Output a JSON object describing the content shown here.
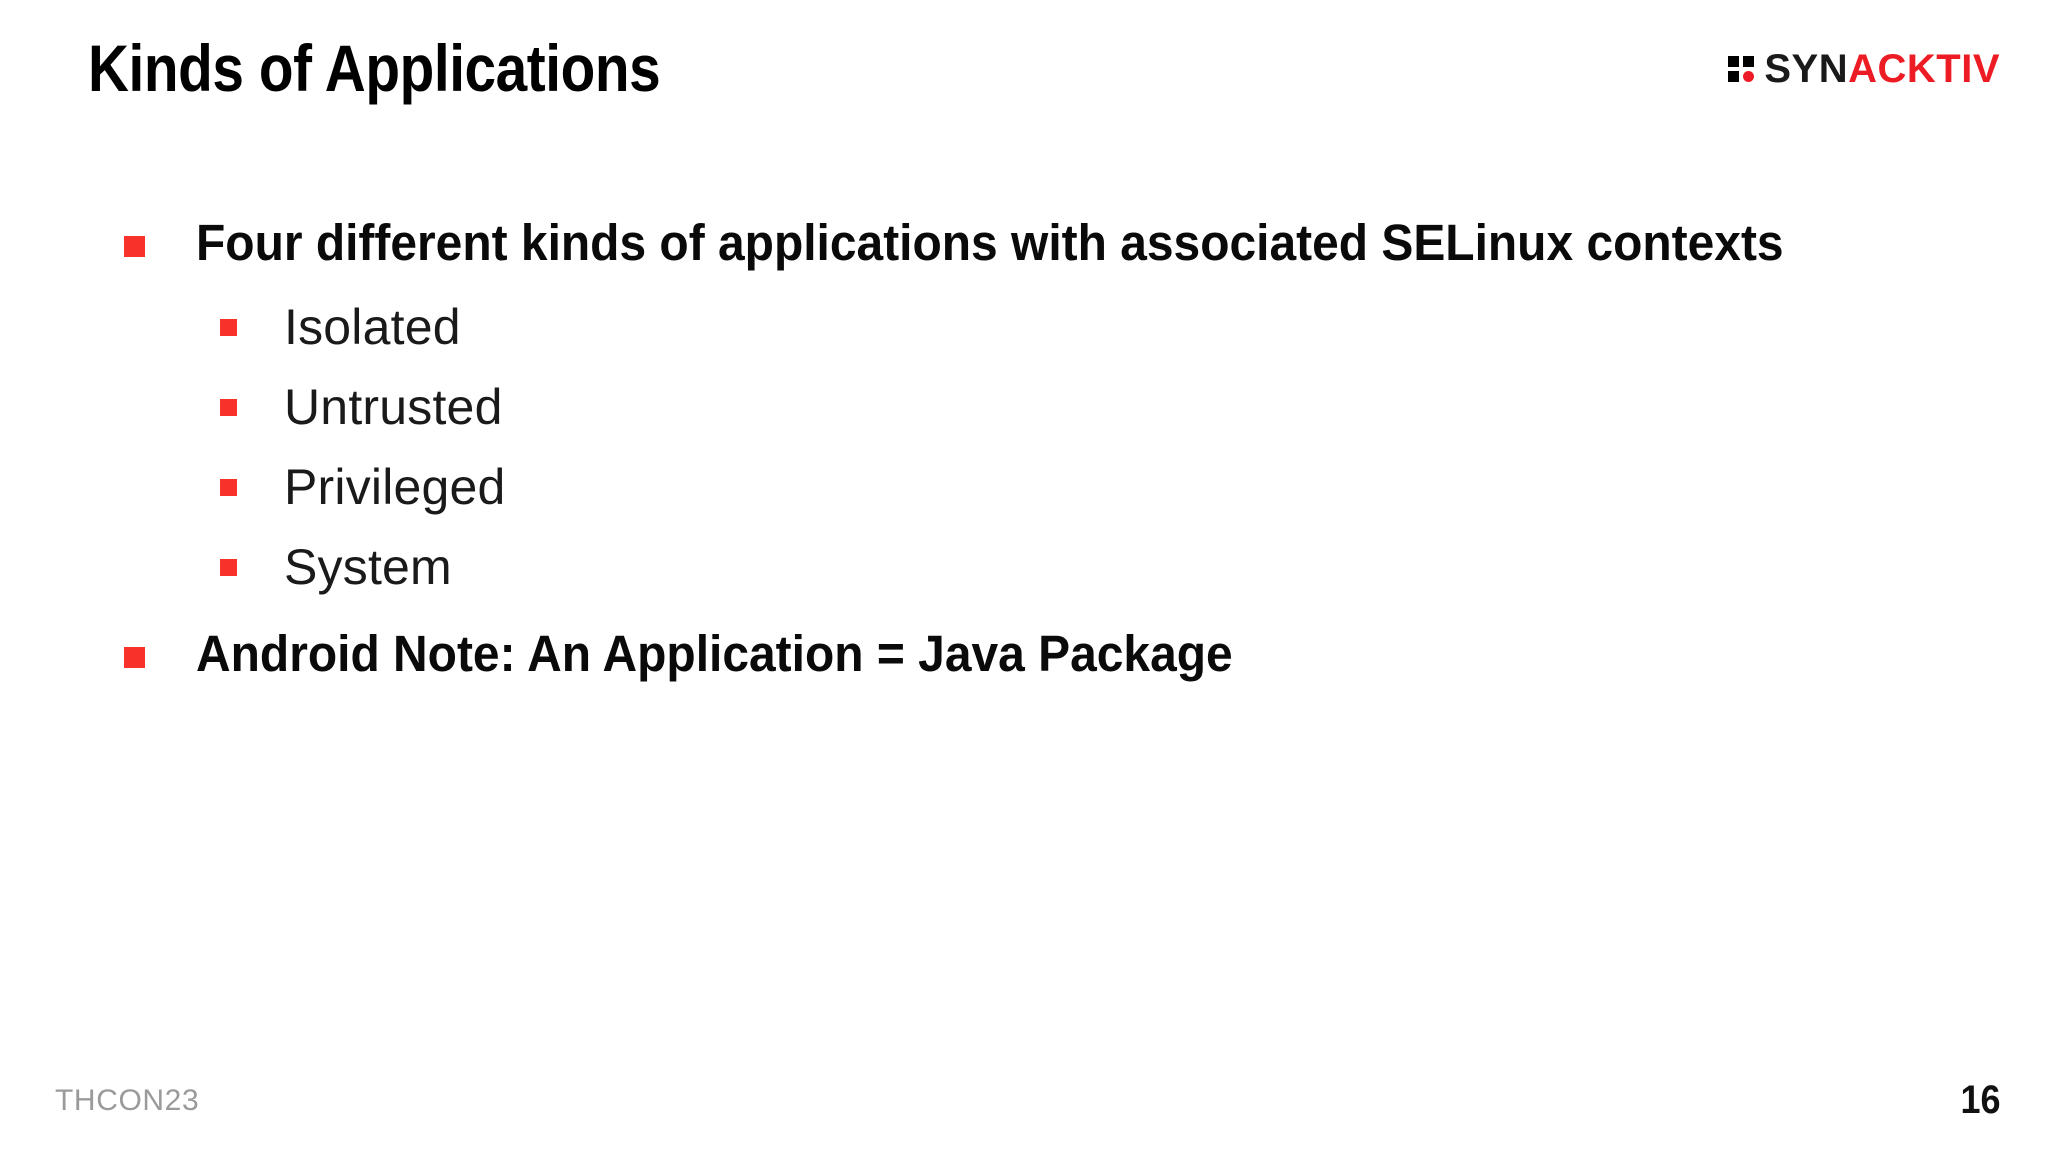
{
  "slide": {
    "title": "Kinds of Applications",
    "background_color": "#ffffff",
    "accent_color": "#F8312B",
    "text_color": "#0a0a0a"
  },
  "logo": {
    "mark_name": "synacktiv-logo-mark",
    "text_part_1": "SYN",
    "text_part_2": "ACKTIV",
    "color_part_1": "#1a1a1a",
    "color_part_2": "#ED1C24",
    "dot_color": "#ED1C24",
    "square_color": "#000000"
  },
  "body": {
    "bullets": [
      {
        "text": "Four different kinds of applications with associated SELinux contexts",
        "level": 1,
        "bold": true,
        "sub_bullets": [
          {
            "text": "Isolated",
            "level": 2
          },
          {
            "text": "Untrusted",
            "level": 2
          },
          {
            "text": "Privileged",
            "level": 2
          },
          {
            "text": "System",
            "level": 2
          }
        ]
      },
      {
        "text": "Android Note: An Application = Java Package",
        "level": 1,
        "bold": true,
        "sub_bullets": []
      }
    ]
  },
  "footer": {
    "conference": "THCON23",
    "page_number": "16",
    "conference_color": "#9a9a9a"
  }
}
